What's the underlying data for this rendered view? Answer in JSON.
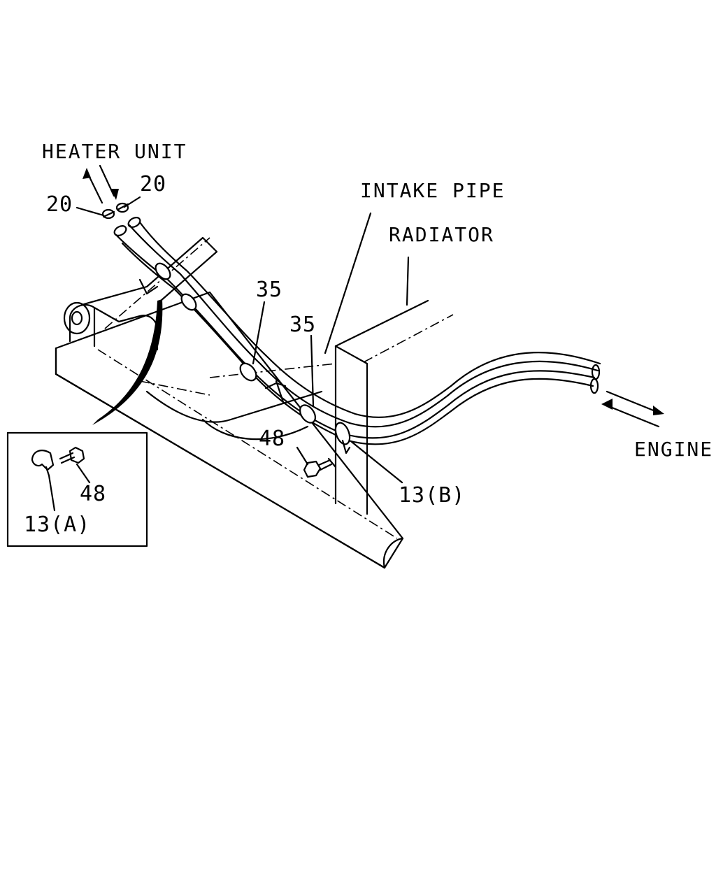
{
  "labels": {
    "heater_unit": "HEATER UNIT",
    "intake_pipe": "INTAKE PIPE",
    "radiator": "RADIATOR",
    "engine": "ENGINE",
    "part_20_left": "20",
    "part_20_right": "20",
    "part_35_upper": "35",
    "part_35_lower": "35",
    "part_48_main": "48",
    "part_13b": "13(B)",
    "inset_48": "48",
    "inset_13a": "13(A)"
  },
  "colors": {
    "line": "#000000",
    "background": "#ffffff"
  }
}
